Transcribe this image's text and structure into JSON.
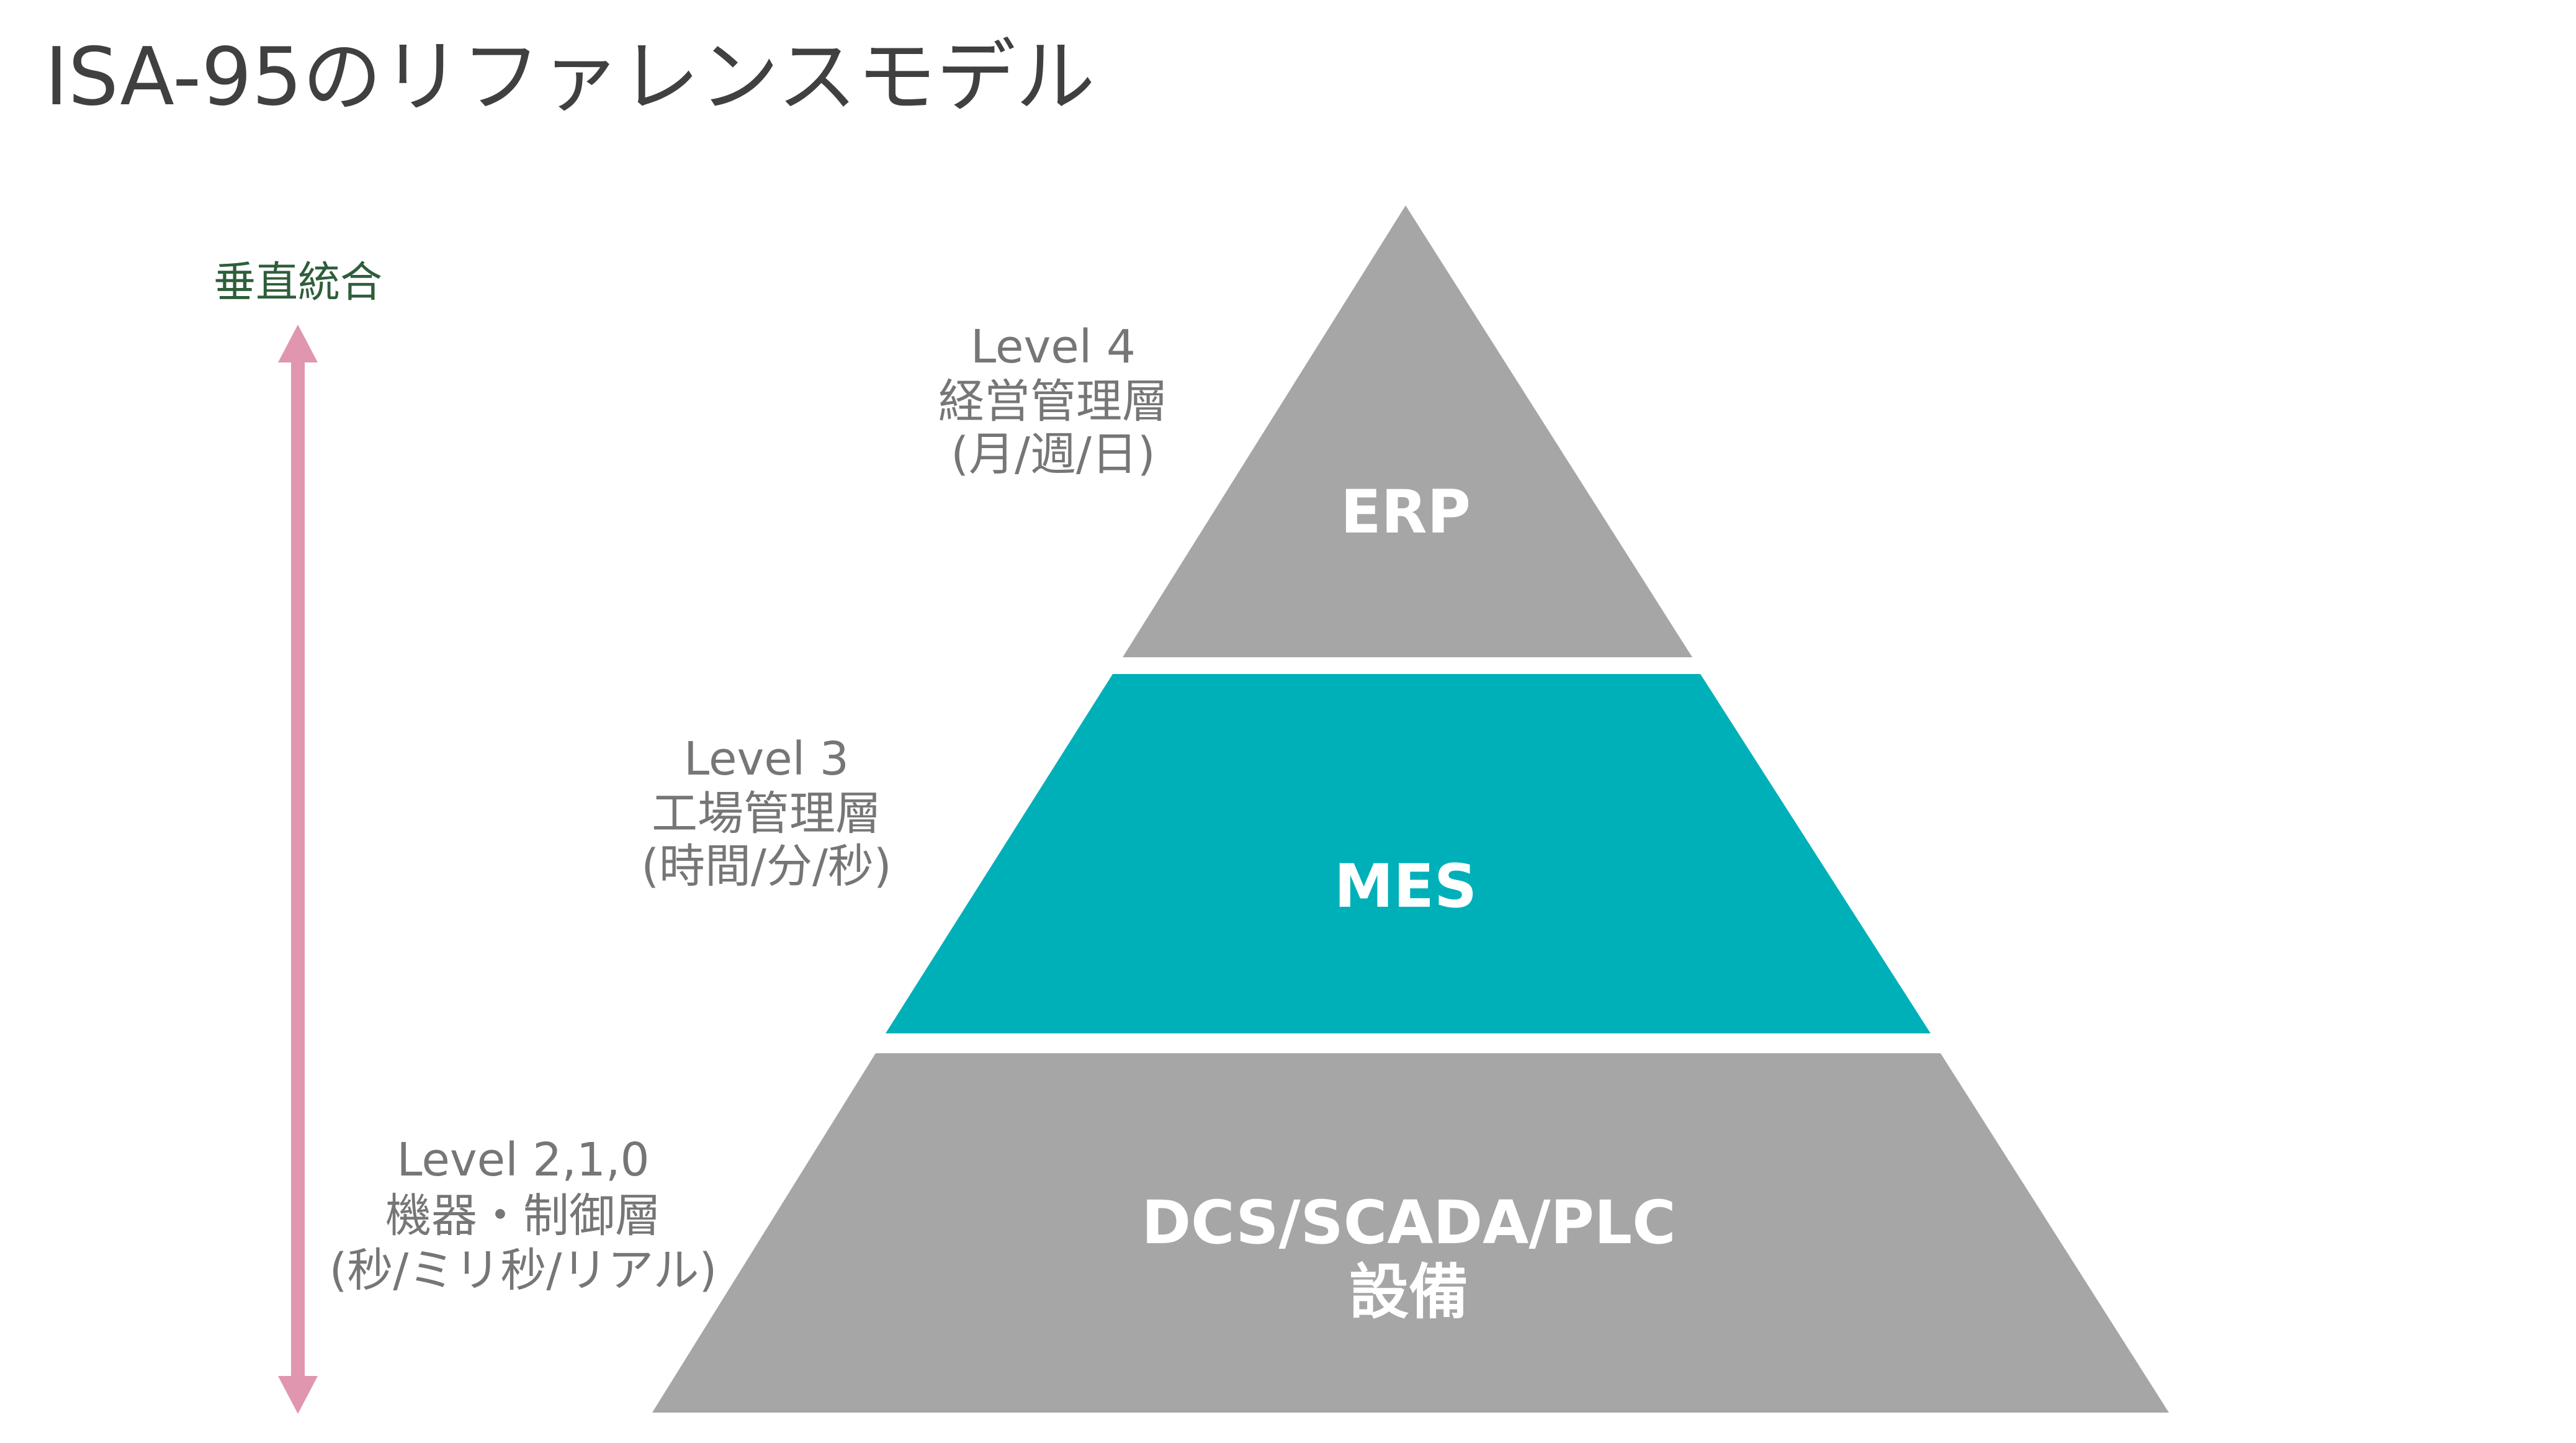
{
  "title": "ISA-95のリファレンスモデル",
  "vertical_integration": {
    "label": "垂直統合",
    "arrow_icon": "double-headed-vertical-arrow",
    "color": "#e096ae"
  },
  "levels": [
    {
      "level": "Level 4",
      "name": "経営管理層",
      "timescale": "(月/週/日)",
      "tier_label": "ERP",
      "color": "#a6a6a6"
    },
    {
      "level": "Level 3",
      "name": "工場管理層",
      "timescale": "(時間/分/秒)",
      "tier_label": "MES",
      "color": "#00b0b9"
    },
    {
      "level": "Level 2,1,0",
      "name": "機器・制御層",
      "timescale": "(秒/ミリ秒/リアル)",
      "tier_label": "DCS/SCADA/PLC",
      "tier_sublabel": "設備",
      "color": "#a6a6a6"
    }
  ]
}
